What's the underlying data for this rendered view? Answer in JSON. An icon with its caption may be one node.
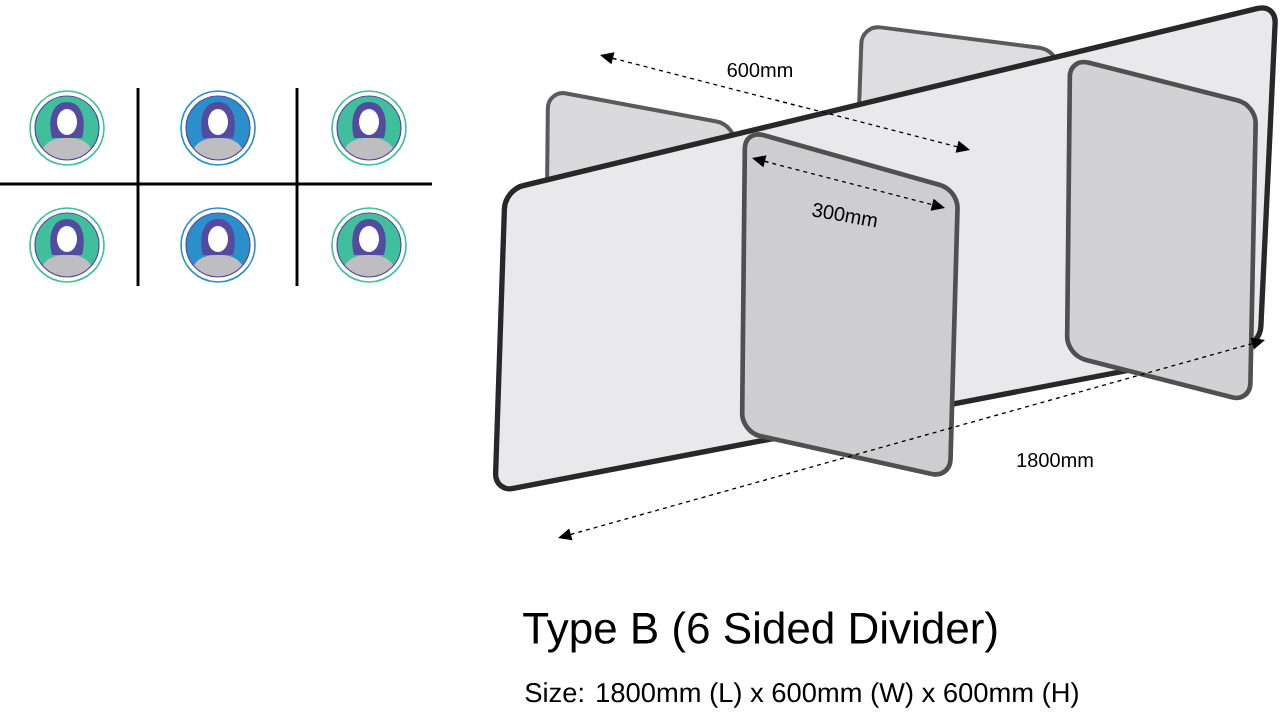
{
  "diagram": {
    "title": "Type B (6 Sided Divider)",
    "caption": "Size: 1800mm (L) x 600mm (W) x 600mm (H)",
    "labels": [
      "600mm",
      "300mm",
      "1800mm"
    ]
  }
}
